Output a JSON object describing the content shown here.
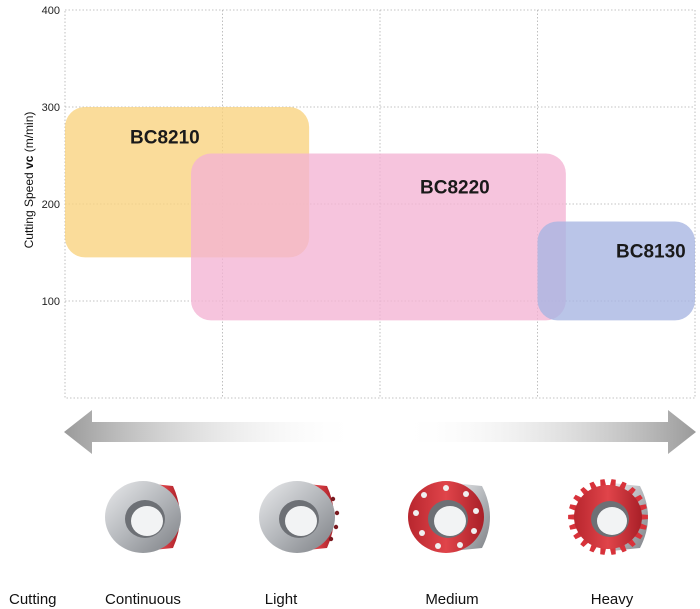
{
  "chart_data": {
    "type": "range",
    "ylabel": {
      "prefix": "Cutting Speed ",
      "symbol": "vc",
      "unit": " (m/min)"
    },
    "ylim": [
      0,
      400
    ],
    "yticks": [
      100,
      200,
      300,
      400
    ],
    "grid": true,
    "grid_style": "dotted",
    "row_label": "Cutting",
    "categories": [
      "Continuous",
      "Light",
      "Medium",
      "Heavy"
    ],
    "series": [
      {
        "name": "BC8210",
        "color": "#f8d27e",
        "x_range": [
          0,
          1.55
        ],
        "y_range": [
          145,
          300
        ]
      },
      {
        "name": "BC8220",
        "color": "#f4b3d3",
        "x_range": [
          0.8,
          3.18
        ],
        "y_range": [
          80,
          252
        ]
      },
      {
        "name": "BC8130",
        "color": "#a7b5e2",
        "x_range": [
          3.0,
          4.0
        ],
        "y_range": [
          80,
          182
        ]
      }
    ],
    "colors": {
      "arrow_gray": "#9a9a9a",
      "ring_red": "#d8323a",
      "ring_steel": "#b9bcc0"
    },
    "icons": [
      "ring-continuous-icon",
      "ring-light-icon",
      "ring-medium-icon",
      "gear-heavy-icon"
    ]
  }
}
